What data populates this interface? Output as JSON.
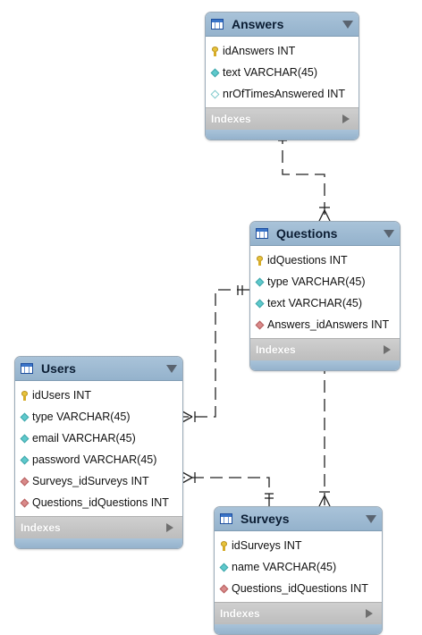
{
  "tables": {
    "answers": {
      "title": "Answers",
      "columns": [
        {
          "text": "idAnswers INT",
          "icon": "primary-key-icon"
        },
        {
          "text": "text VARCHAR(45)",
          "icon": "filled-diamond-icon"
        },
        {
          "text": "nrOfTimesAnswered INT",
          "icon": "hollow-diamond-icon"
        }
      ],
      "indexes_label": "Indexes"
    },
    "questions": {
      "title": "Questions",
      "columns": [
        {
          "text": "idQuestions INT",
          "icon": "primary-key-icon"
        },
        {
          "text": "type VARCHAR(45)",
          "icon": "filled-diamond-icon"
        },
        {
          "text": "text VARCHAR(45)",
          "icon": "filled-diamond-icon"
        },
        {
          "text": "Answers_idAnswers INT",
          "icon": "foreign-key-icon"
        }
      ],
      "indexes_label": "Indexes"
    },
    "users": {
      "title": "Users",
      "columns": [
        {
          "text": "idUsers INT",
          "icon": "primary-key-icon"
        },
        {
          "text": "type VARCHAR(45)",
          "icon": "filled-diamond-icon"
        },
        {
          "text": "email VARCHAR(45)",
          "icon": "filled-diamond-icon"
        },
        {
          "text": "password VARCHAR(45)",
          "icon": "filled-diamond-icon"
        },
        {
          "text": "Surveys_idSurveys INT",
          "icon": "foreign-key-icon"
        },
        {
          "text": "Questions_idQuestions INT",
          "icon": "foreign-key-icon"
        }
      ],
      "indexes_label": "Indexes"
    },
    "surveys": {
      "title": "Surveys",
      "columns": [
        {
          "text": "idSurveys INT",
          "icon": "primary-key-icon"
        },
        {
          "text": "name VARCHAR(45)",
          "icon": "filled-diamond-icon"
        },
        {
          "text": "Questions_idQuestions INT",
          "icon": "foreign-key-icon"
        }
      ],
      "indexes_label": "Indexes"
    }
  },
  "relationships": [
    {
      "from": "answers",
      "to": "questions",
      "from_cardinality": "one",
      "to_cardinality": "many"
    },
    {
      "from": "questions",
      "to": "users",
      "from_cardinality": "one",
      "to_cardinality": "many"
    },
    {
      "from": "questions",
      "to": "surveys",
      "from_cardinality": "one",
      "to_cardinality": "many"
    },
    {
      "from": "surveys",
      "to": "users",
      "from_cardinality": "one",
      "to_cardinality": "many"
    }
  ],
  "colors": {
    "header": "#a3bdd4",
    "connector": "#222222",
    "primary_key": "#e7c33c",
    "column_diamond": "#5ec9cc",
    "foreign_key": "#d98a8a",
    "indexes_bar": "#c6c6c6"
  }
}
